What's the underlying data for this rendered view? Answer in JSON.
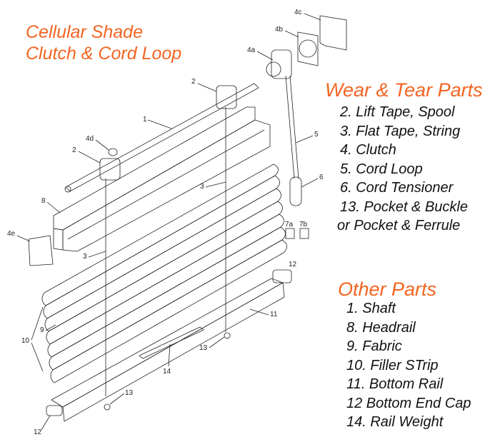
{
  "title": {
    "line1": "Cellular Shade",
    "line2": "Clutch & Cord Loop"
  },
  "wear_tear": {
    "heading": "Wear & Tear Parts",
    "items": [
      "2. Lift Tape, Spool",
      "3. Flat Tape, String",
      "4. Clutch",
      "5. Cord Loop",
      "6. Cord Tensioner",
      "13. Pocket & Buckle",
      "or Pocket & Ferrule"
    ]
  },
  "other": {
    "heading": "Other Parts",
    "items": [
      "1. Shaft",
      "8. Headrail",
      "9. Fabric",
      "10. Filler STrip",
      "11. Bottom Rail",
      "12 Bottom End Cap",
      "14. Rail Weight"
    ]
  },
  "callouts": {
    "c1": "1",
    "c2a": "2",
    "c2b": "2",
    "c3a": "3",
    "c3b": "3",
    "c4a": "4a",
    "c4b": "4b",
    "c4c": "4c",
    "c4d": "4d",
    "c4e": "4e",
    "c5": "5",
    "c6": "6",
    "c7a": "7a",
    "c7b": "7b",
    "c8": "8",
    "c9": "9",
    "c10": "10",
    "c11": "11",
    "c12a": "12",
    "c12b": "12",
    "c13a": "13",
    "c13b": "13",
    "c14": "14"
  },
  "colors": {
    "accent": "#f26522",
    "text": "#111111",
    "line": "#222222"
  }
}
